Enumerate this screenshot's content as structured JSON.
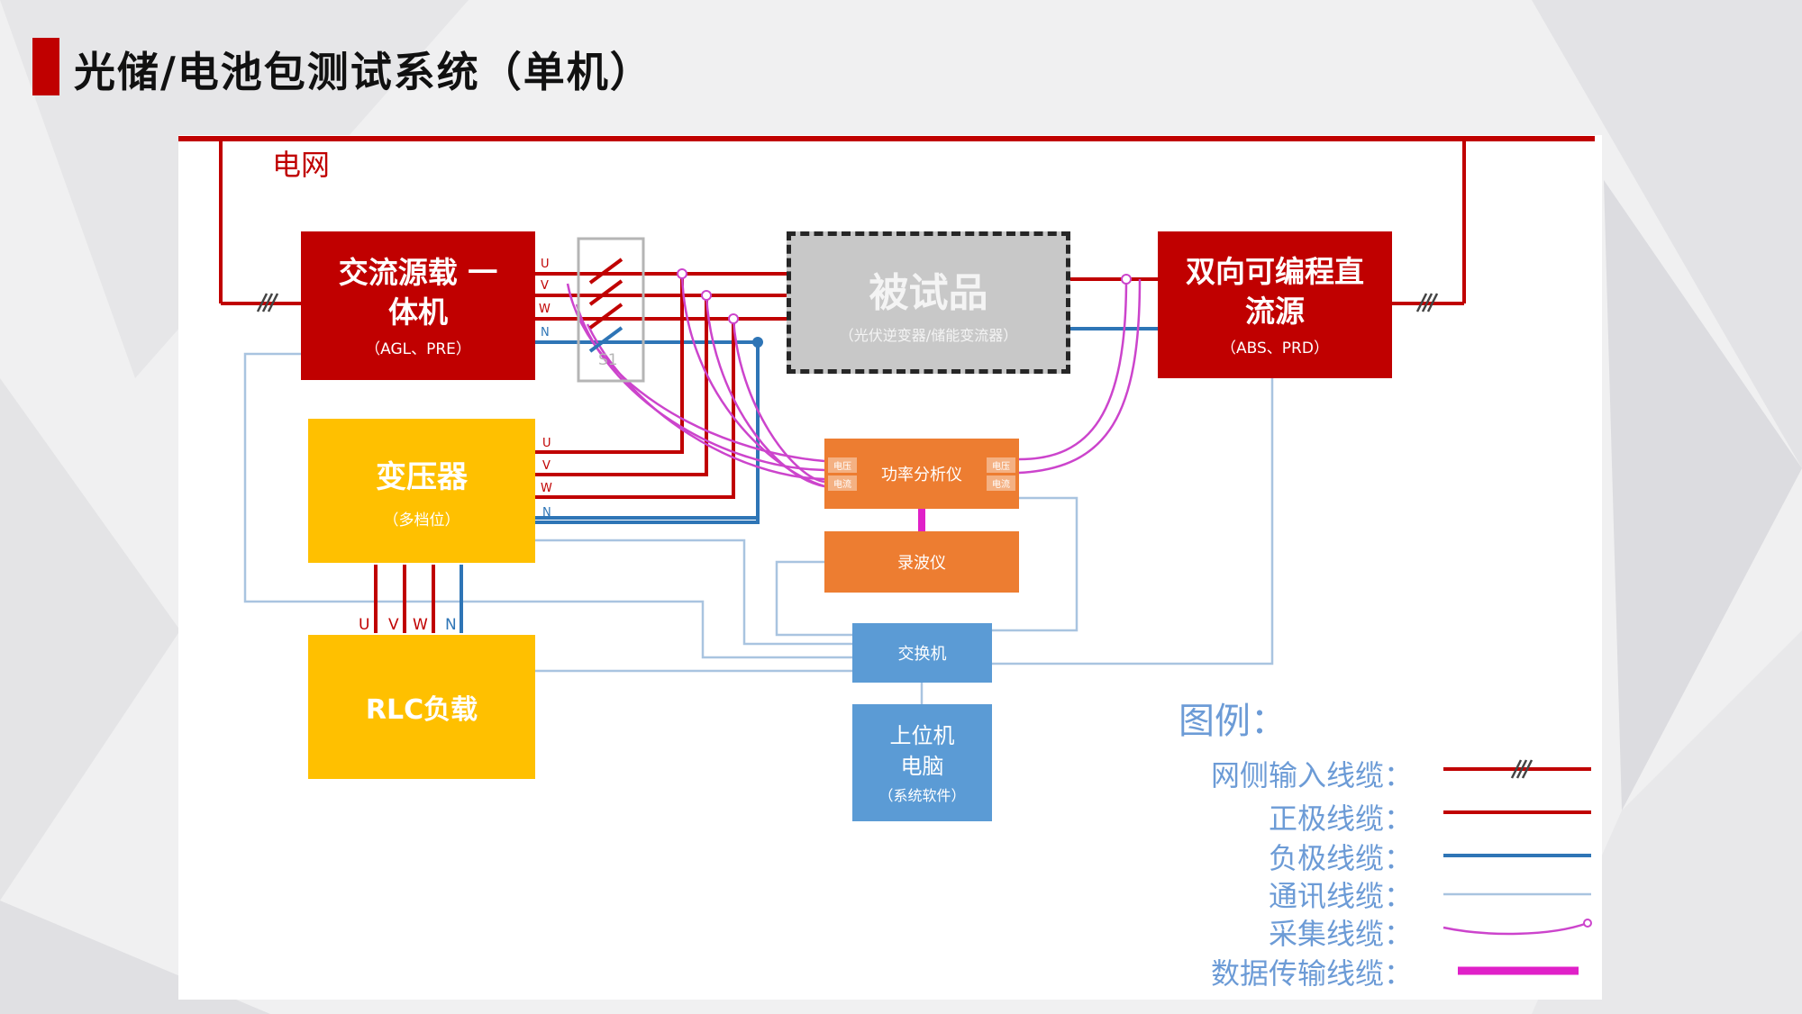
{
  "title": "光储/电池包测试系统（单机）",
  "grid_label": "电网",
  "ac_source": {
    "line1": "交流源载 一",
    "line2": "体机",
    "sub": "（AGL、PRE）"
  },
  "dut": {
    "title": "被试品",
    "sub": "（光伏逆变器/储能变流器）"
  },
  "dc_source": {
    "line1": "双向可编程直",
    "line2": "流源",
    "sub": "（ABS、PRD）"
  },
  "transformer": {
    "title": "变压器",
    "sub": "（多档位）"
  },
  "rlc": {
    "title": "RLC负载"
  },
  "power_analyzer": {
    "title": "功率分析仪",
    "tag_voltage": "电压",
    "tag_current": "电流"
  },
  "oscilloscope": {
    "title": "录波仪"
  },
  "switch_hub": {
    "title": "交换机"
  },
  "host": {
    "line1": "上位机",
    "line2": "电脑",
    "sub": "（系统软件）"
  },
  "switch_label": "S1",
  "phases": {
    "u": "U",
    "v": "V",
    "w": "W",
    "n": "N"
  },
  "legend": {
    "title": "图例：",
    "items": [
      "网侧输入线缆：",
      "正极线缆：",
      "负极线缆：",
      "通讯线缆：",
      "采集线缆：",
      "数据传输线缆："
    ]
  },
  "colors": {
    "accent_red": "#c00000",
    "positive_cable": "#c00000",
    "negative_cable": "#2e75b6",
    "comm_cable": "#a9c4e0",
    "sampling_cable": "#cc44cc",
    "data_cable": "#e020c8",
    "yellow": "#ffc000",
    "orange": "#ed7d31",
    "blue": "#5b9bd5",
    "legend_text": "#6c9bd6"
  }
}
